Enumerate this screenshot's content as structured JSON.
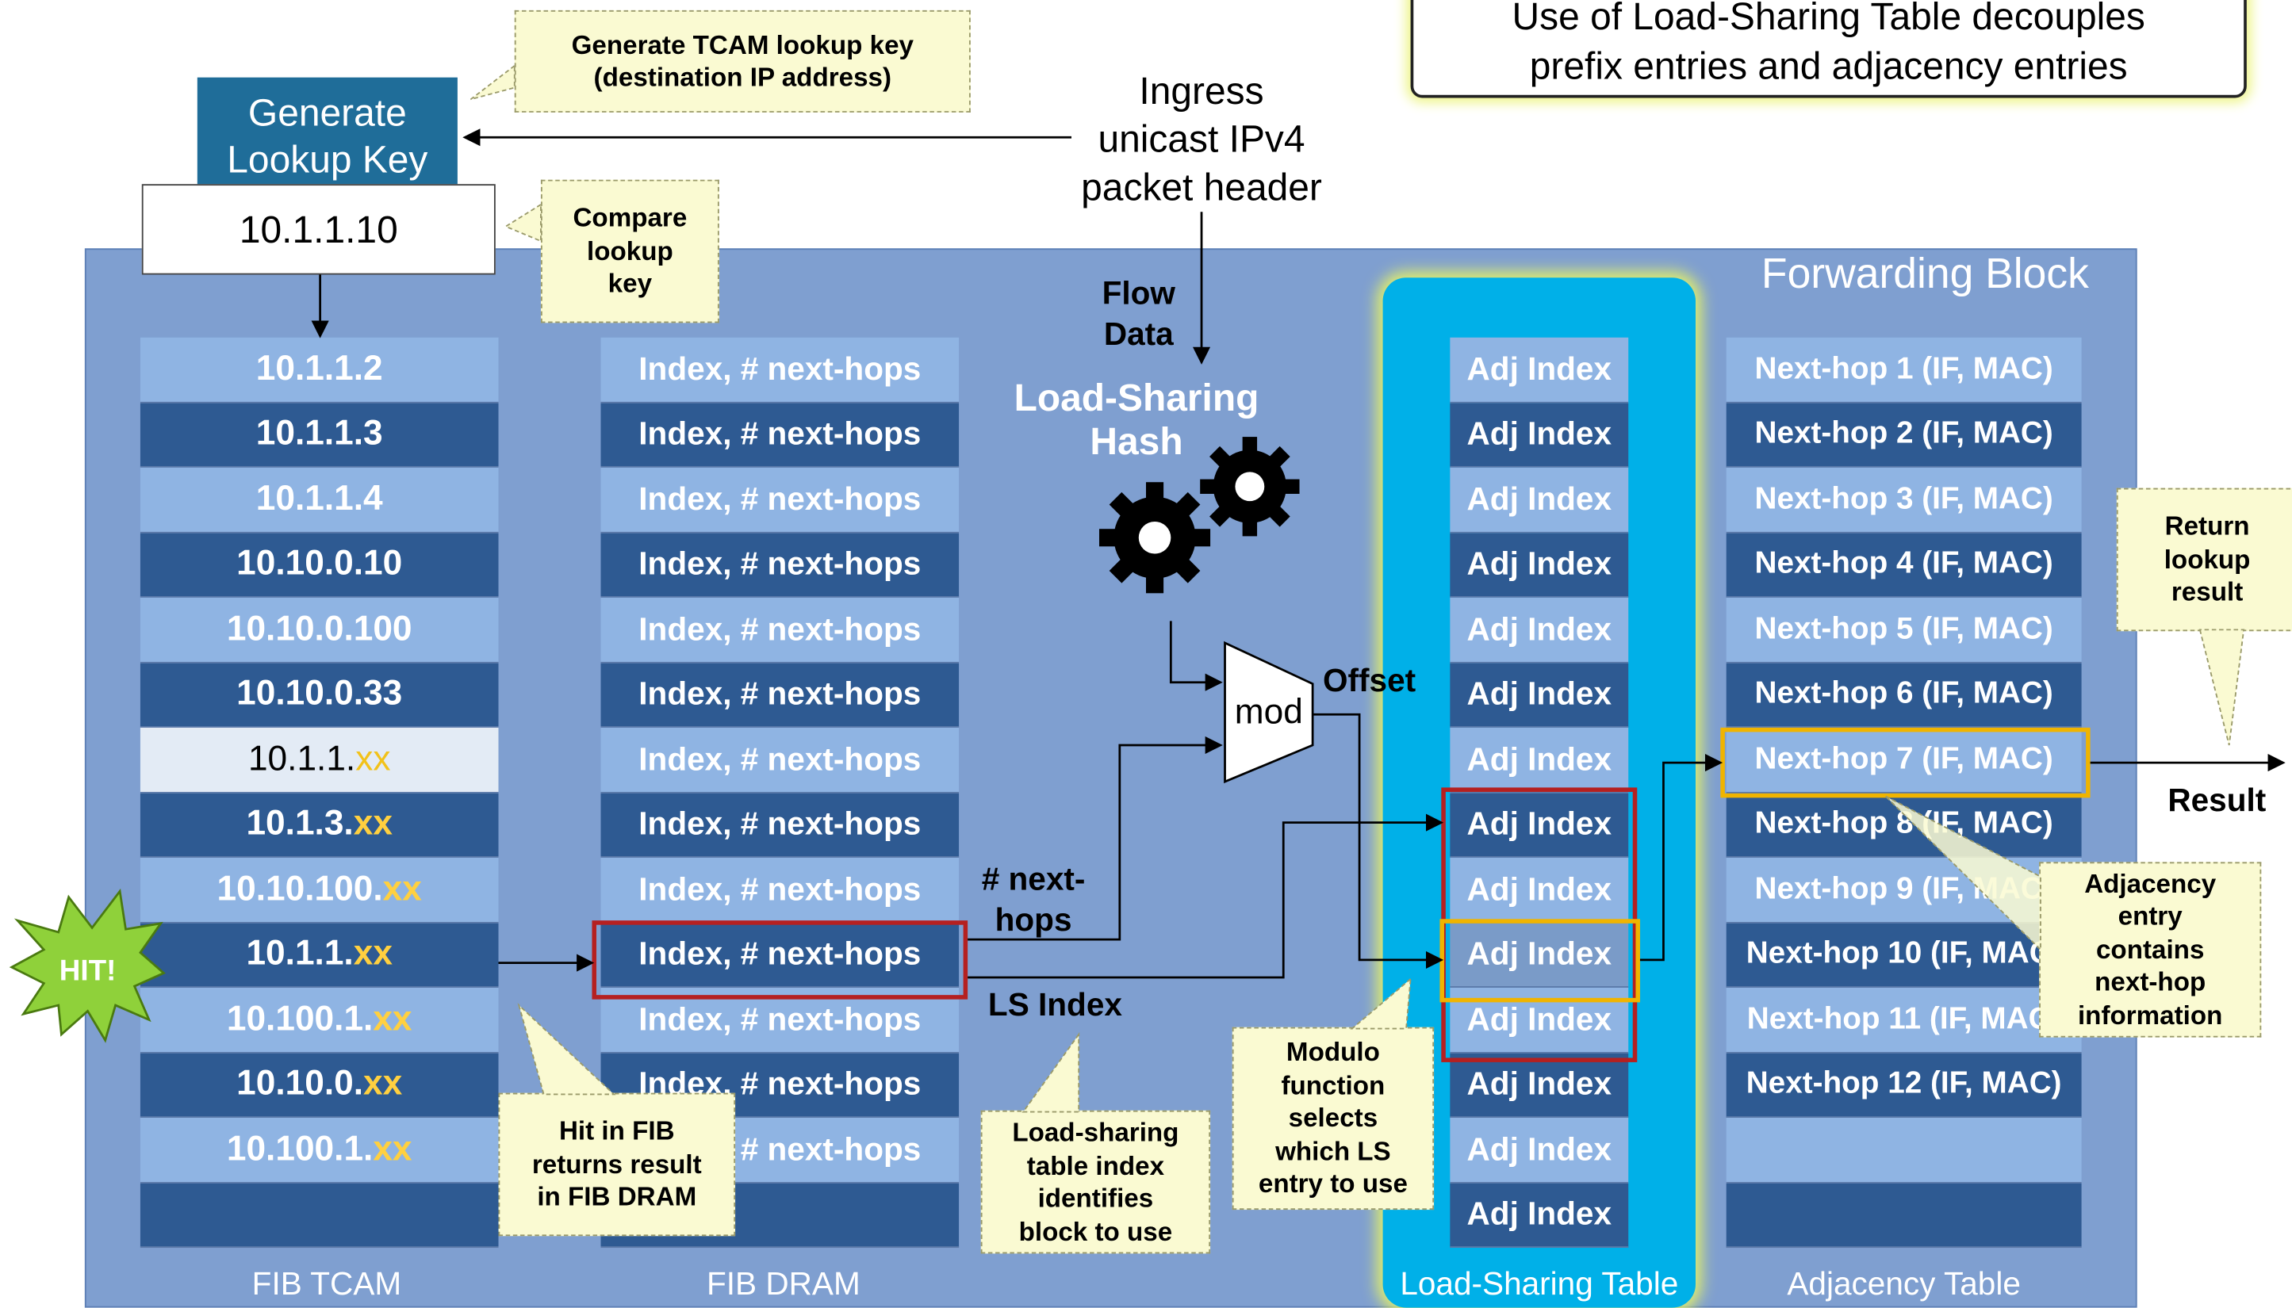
{
  "header_box": "Use of Load-Sharing Table decouples\nprefix entries and adjacency entries",
  "generate_key_box": "Generate\nLookup Key",
  "lookup_key_value": "10.1.1.10",
  "callout_generate": "Generate TCAM lookup key\n(destination IP address)",
  "callout_compare": "Compare\nlookup\nkey",
  "ingress_label": "Ingress\nunicast IPv4\npacket header",
  "forwarding_block_title": "Forwarding Block",
  "flow_data_label": "Flow\nData",
  "hash_label": "Load-Sharing\nHash",
  "mod_label": "mod",
  "offset_label": "Offset",
  "next_hops_label": "# next-\nhops",
  "ls_index_label": "LS Index",
  "result_label": "Result",
  "hit_label": "HIT!",
  "fib_tcam": {
    "label": "FIB TCAM",
    "rows": [
      {
        "prefix": "10.1.1.2",
        "suffix": "",
        "shade": "light"
      },
      {
        "prefix": "10.1.1.3",
        "suffix": "",
        "shade": "dark"
      },
      {
        "prefix": "10.1.1.4",
        "suffix": "",
        "shade": "light"
      },
      {
        "prefix": "10.10.0.10",
        "suffix": "",
        "shade": "dark"
      },
      {
        "prefix": "10.10.0.100",
        "suffix": "",
        "shade": "light"
      },
      {
        "prefix": "10.10.0.33",
        "suffix": "",
        "shade": "dark"
      },
      {
        "prefix": "10.1.1.",
        "suffix": "xx",
        "shade": "white"
      },
      {
        "prefix": "10.1.3.",
        "suffix": "xx",
        "shade": "dark"
      },
      {
        "prefix": "10.10.100.",
        "suffix": "xx",
        "shade": "light"
      },
      {
        "prefix": "10.1.1.",
        "suffix": "xx",
        "shade": "dark"
      },
      {
        "prefix": "10.100.1.",
        "suffix": "xx",
        "shade": "light"
      },
      {
        "prefix": "10.10.0.",
        "suffix": "xx",
        "shade": "dark"
      },
      {
        "prefix": "10.100.1.",
        "suffix": "xx",
        "shade": "light"
      },
      {
        "prefix": "",
        "suffix": "",
        "shade": "dark"
      }
    ]
  },
  "fib_dram": {
    "label": "FIB DRAM",
    "rows": [
      "Index, # next-hops",
      "Index, # next-hops",
      "Index, # next-hops",
      "Index, # next-hops",
      "Index, # next-hops",
      "Index, # next-hops",
      "Index, # next-hops",
      "Index, # next-hops",
      "Index, # next-hops",
      "Index, # next-hops",
      "Index, # next-hops",
      "Index, # next-hops",
      "Index, # next-hops",
      ""
    ]
  },
  "ls_table": {
    "label": "Load-Sharing Table",
    "rows": [
      "Adj Index",
      "Adj Index",
      "Adj Index",
      "Adj Index",
      "Adj Index",
      "Adj Index",
      "Adj Index",
      "Adj Index",
      "Adj Index",
      "Adj Index",
      "Adj Index",
      "Adj Index",
      "Adj Index",
      "Adj Index"
    ]
  },
  "adjacency_table": {
    "label": "Adjacency Table",
    "rows": [
      "Next-hop 1 (IF, MAC)",
      "Next-hop 2 (IF, MAC)",
      "Next-hop 3 (IF, MAC)",
      "Next-hop 4 (IF, MAC)",
      "Next-hop 5 (IF, MAC)",
      "Next-hop 6 (IF, MAC)",
      "Next-hop 7 (IF, MAC)",
      "Next-hop 8 (IF, MAC)",
      "Next-hop 9 (IF, MAC)",
      "Next-hop 10 (IF, MAC)",
      "Next-hop 11 (IF, MAC)",
      "Next-hop 12 (IF, MAC)",
      "",
      ""
    ]
  },
  "callout_hit": "Hit in FIB\nreturns result\nin FIB DRAM",
  "callout_ls_index": "Load-sharing\ntable index\nidentifies\nblock to use",
  "callout_modulo": "Modulo\nfunction\nselects\nwhich LS\nentry to use",
  "callout_return": "Return\nlookup\nresult",
  "callout_adjacency": "Adjacency\nentry\ncontains\nnext-hop\ninformation",
  "colors": {
    "panel": "#7f9fd0",
    "row_light": "#8fb4e3",
    "row_dark": "#2e5a92",
    "ls_bg": "#00b0e8",
    "highlight_red": "#b52020",
    "highlight_yellow": "#f0b400",
    "callout": "#fafad2"
  }
}
